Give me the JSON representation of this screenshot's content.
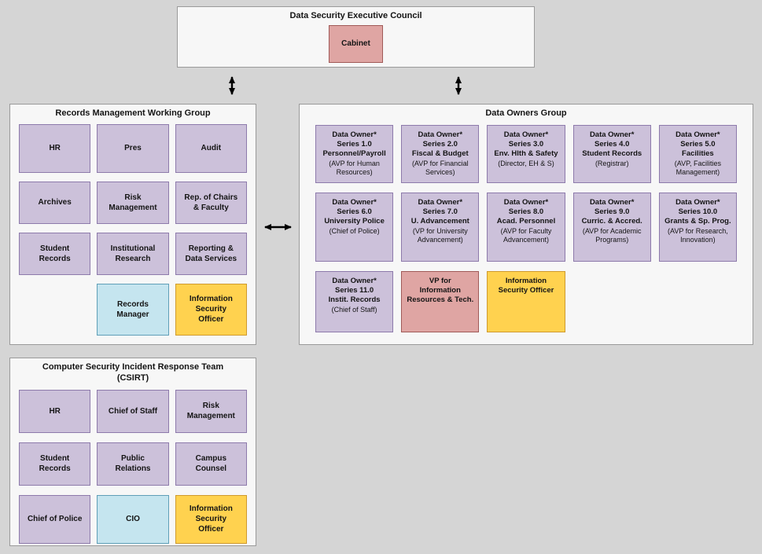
{
  "page": {
    "background": "#d5d5d5"
  },
  "colors": {
    "container_bg": "#f7f7f7",
    "container_border": "#9a9a9a",
    "purple": "#ccc1da",
    "purple_border": "#8d7aab",
    "pink": "#dfa5a3",
    "pink_border": "#a05a58",
    "blue": "#c5e5ef",
    "blue_border": "#5f9fb8",
    "yellow": "#ffd24f",
    "yellow_border": "#cf9a2e",
    "arrow": "#000000"
  },
  "executive_council": {
    "title": "Data Security Executive Council",
    "members": [
      {
        "label": "Cabinet",
        "type": "pink"
      }
    ]
  },
  "records_group": {
    "title": "Records Management Working Group",
    "members": [
      {
        "label": "HR",
        "type": "purple"
      },
      {
        "label": "Pres",
        "type": "purple"
      },
      {
        "label": "Audit",
        "type": "purple"
      },
      {
        "label": "Archives",
        "type": "purple"
      },
      {
        "label": "Risk\nManagement",
        "type": "purple"
      },
      {
        "label": "Rep. of Chairs\n& Faculty",
        "type": "purple"
      },
      {
        "label": "Student\nRecords",
        "type": "purple"
      },
      {
        "label": "Institutional\nResearch",
        "type": "purple"
      },
      {
        "label": "Reporting &\nData Services",
        "type": "purple"
      },
      {
        "label": "Records\nManager",
        "type": "blue"
      },
      {
        "label": "Information\nSecurity\nOfficer",
        "type": "yellow"
      }
    ]
  },
  "data_owners_group": {
    "title": "Data Owners Group",
    "members": [
      {
        "bold": "Data Owner*\nSeries 1.0\nPersonnel/Payroll",
        "note": "(AVP for Human\nResources)",
        "type": "purple"
      },
      {
        "bold": "Data Owner*\nSeries 2.0\nFiscal & Budget",
        "note": "(AVP for Financial\nServices)",
        "type": "purple"
      },
      {
        "bold": "Data Owner*\nSeries 3.0\nEnv. Hlth & Safety",
        "note": "(Director, EH & S)",
        "type": "purple"
      },
      {
        "bold": "Data Owner*\nSeries 4.0\nStudent Records",
        "note": "(Registrar)",
        "type": "purple"
      },
      {
        "bold": "Data Owner*\nSeries 5.0\nFacilities",
        "note": "(AVP, Facilities\nManagement)",
        "type": "purple"
      },
      {
        "bold": "Data Owner*\nSeries 6.0\nUniversity Police",
        "note": "(Chief of Police)",
        "type": "purple"
      },
      {
        "bold": "Data Owner*\nSeries 7.0\nU. Advancement",
        "note": "(VP for University\nAdvancement)",
        "type": "purple"
      },
      {
        "bold": "Data Owner*\nSeries 8.0\nAcad. Personnel",
        "note": "(AVP for Faculty\nAdvancement)",
        "type": "purple"
      },
      {
        "bold": "Data Owner*\nSeries 9.0\nCurric. & Accred.",
        "note": "(AVP for Academic\nPrograms)",
        "type": "purple"
      },
      {
        "bold": "Data Owner*\nSeries 10.0\nGrants & Sp. Prog.",
        "note": "(AVP for Research,\nInnovation)",
        "type": "purple"
      },
      {
        "bold": "Data Owner*\nSeries 11.0\nInstit. Records",
        "note": "(Chief of Staff)",
        "type": "purple"
      },
      {
        "bold": "VP for\nInformation\nResources & Tech.",
        "type": "pink"
      },
      {
        "bold": "Information\nSecurity Officer",
        "type": "yellow"
      }
    ]
  },
  "csirt_group": {
    "title": "Computer Security Incident Response Team\n(CSIRT)",
    "members": [
      {
        "label": "HR",
        "type": "purple"
      },
      {
        "label": "Chief of Staff",
        "type": "purple"
      },
      {
        "label": "Risk\nManagement",
        "type": "purple"
      },
      {
        "label": "Student\nRecords",
        "type": "purple"
      },
      {
        "label": "Public\nRelations",
        "type": "purple"
      },
      {
        "label": "Campus\nCounsel",
        "type": "purple"
      },
      {
        "label": "Chief of Police",
        "type": "purple"
      },
      {
        "label": "CIO",
        "type": "blue"
      },
      {
        "label": "Information\nSecurity\nOfficer",
        "type": "yellow"
      }
    ]
  }
}
